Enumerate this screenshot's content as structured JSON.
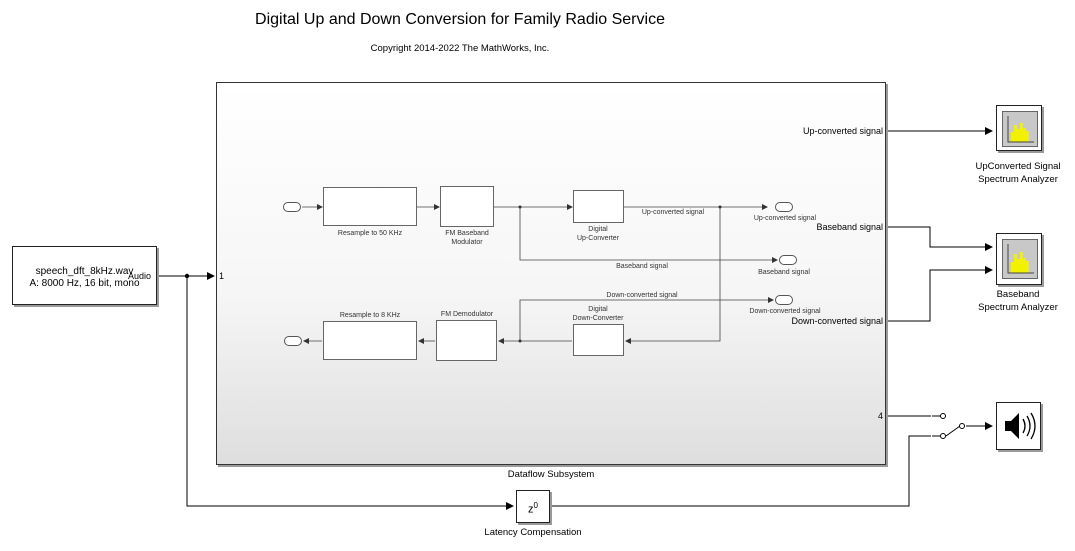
{
  "title": "Digital Up and Down Conversion for Family Radio Service",
  "copyright": "Copyright 2014-2022 The MathWorks, Inc.",
  "source_block": {
    "line1": "speech_dft_8kHz.wav",
    "line2": "A: 8000 Hz, 16 bit, mono",
    "port_label": "Audio"
  },
  "subsystem": {
    "name": "Dataflow Subsystem",
    "in_port": "1",
    "out_port_1": "Up-converted signal",
    "out_port_2": "Baseband signal",
    "out_port_3": "Down-converted signal",
    "out_port_4": "4",
    "inner": {
      "resample_up": "Resample to 50 KHz",
      "fm_mod_line1": "FM Baseband",
      "fm_mod_line2": "Modulator",
      "duc_line1": "Digital",
      "duc_line2": "Up-Converter",
      "ddc_line1": "Digital",
      "ddc_line2": "Down-Converter",
      "fm_demod": "FM Demodulator",
      "resample_down": "Resample to 8 KHz",
      "wire_up": "Up-converted signal",
      "wire_base": "Baseband signal",
      "wire_down": "Down-converted signal",
      "out_up": "Up-converted signal",
      "out_base": "Baseband signal",
      "out_down": "Down-converted signal"
    }
  },
  "scope_upconverted": {
    "line1": "UpConverted Signal",
    "line2": "Spectrum Analyzer"
  },
  "scope_baseband": {
    "line1": "Baseband",
    "line2": "Spectrum Analyzer"
  },
  "delay_block": {
    "symbol": "z",
    "exponent": "0",
    "label": "Latency Compensation"
  },
  "colors": {
    "scope_bars": "#f2f200",
    "background": "#ffffff",
    "subsystem_bottom": "#dedede"
  }
}
